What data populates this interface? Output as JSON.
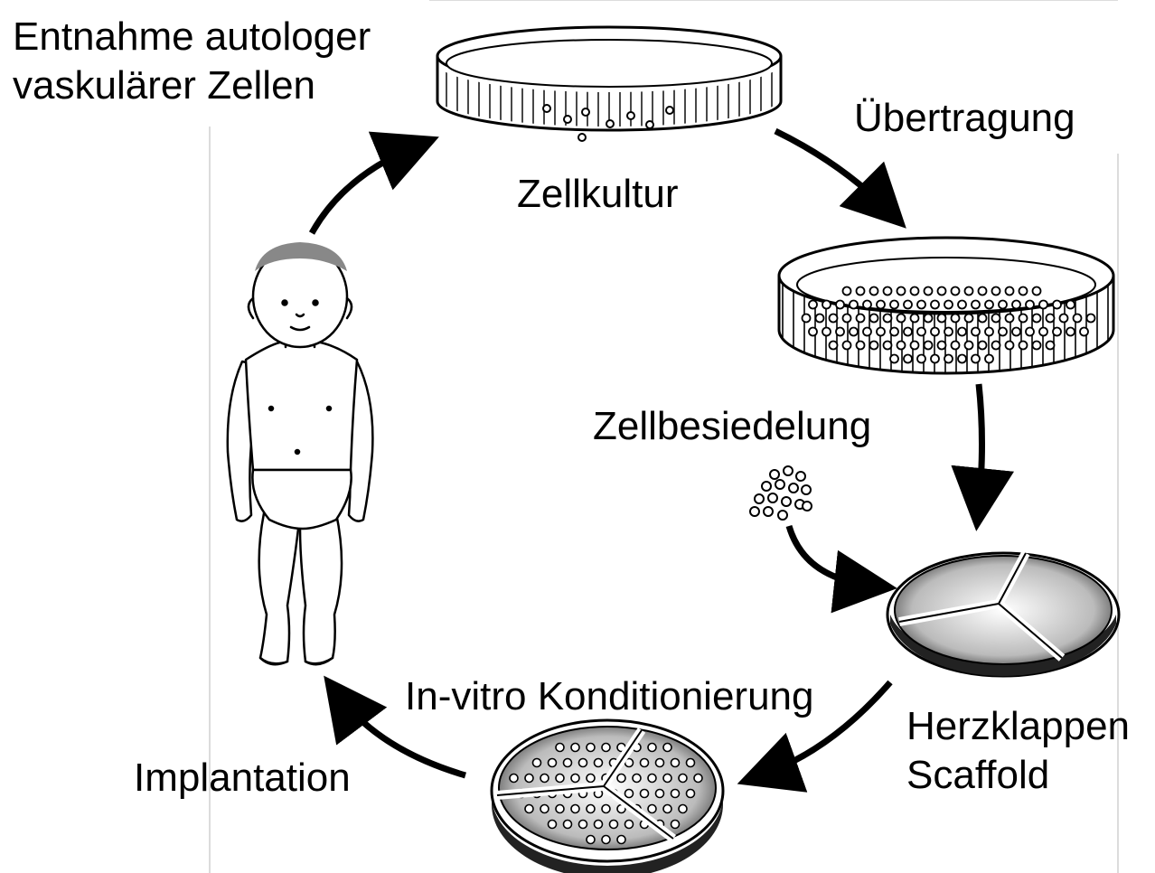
{
  "labels": {
    "harvest": [
      "Entnahme autologer",
      "vaskulärer Zellen"
    ],
    "cell_culture": "Zellkultur",
    "transfer": "Übertragung",
    "cell_seeding": "Zellbesiedelung",
    "scaffold": [
      "Herzklappen",
      "Scaffold"
    ],
    "conditioning": "In-vitro Konditionierung",
    "implantation": "Implantation"
  },
  "colors": {
    "ink": "#000000",
    "background": "#ffffff"
  },
  "icons": [
    "baby-figure",
    "petri-dish-sparse",
    "petri-dish-full",
    "cell-cluster",
    "heart-valve-scaffold",
    "heart-valve-seeded"
  ]
}
